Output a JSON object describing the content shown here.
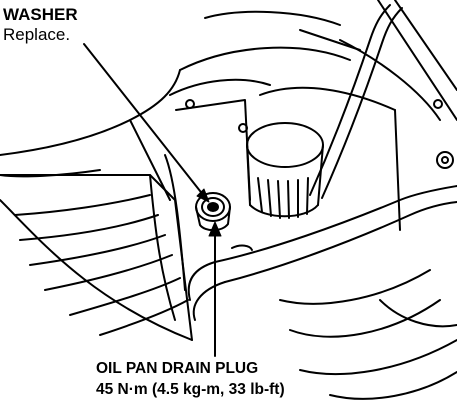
{
  "labels": {
    "washer": {
      "title": "WASHER",
      "note": "Replace."
    },
    "drain_plug": {
      "title": "OIL PAN DRAIN PLUG",
      "torque": "45 N·m (4.5 kg-m, 33 lb-ft)"
    }
  },
  "colors": {
    "ink": "#000000",
    "paper": "#ffffff"
  }
}
